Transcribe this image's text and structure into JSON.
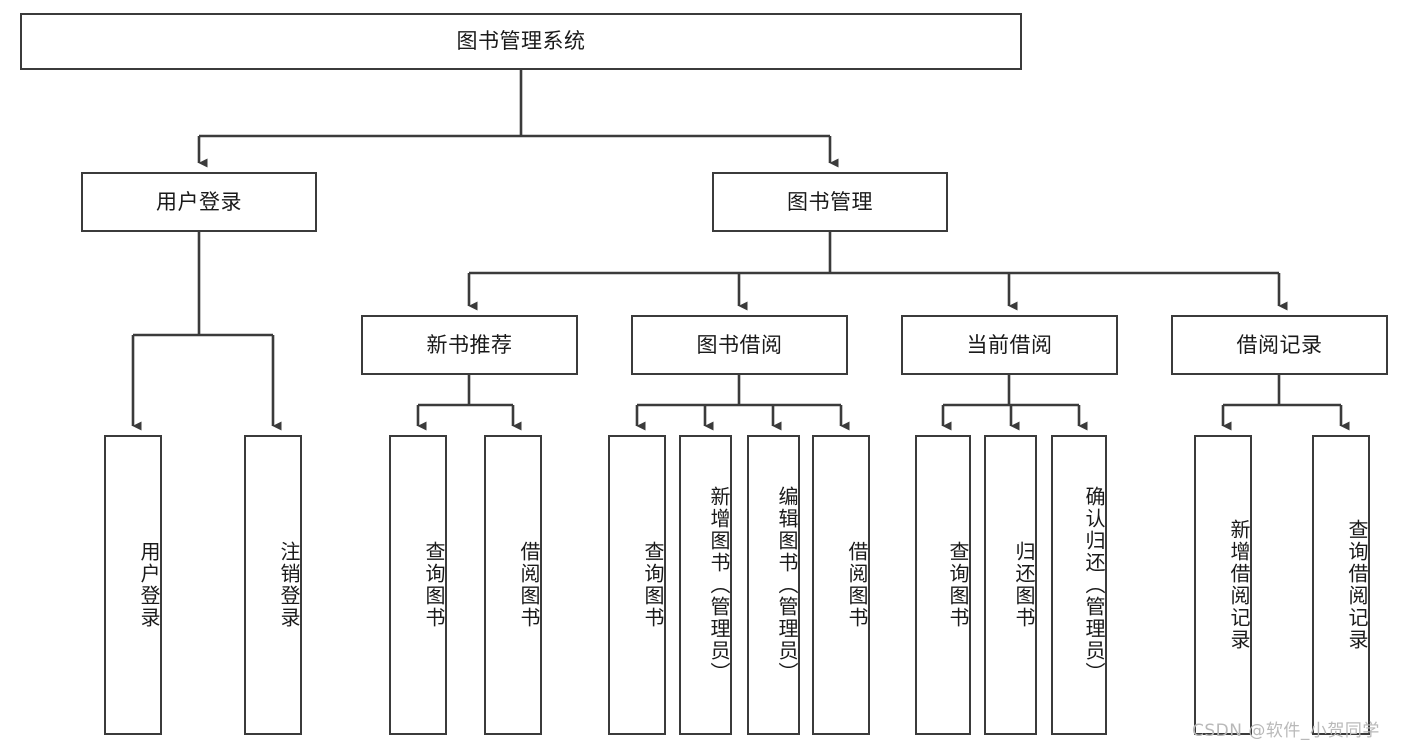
{
  "diagram": {
    "type": "tree-hierarchy",
    "title": "图书管理系统",
    "root": {
      "label": "图书管理系统",
      "id": "root"
    },
    "level1": [
      {
        "id": "user-login",
        "label": "用户登录"
      },
      {
        "id": "book-manage",
        "label": "图书管理"
      }
    ],
    "level2": [
      {
        "id": "new-book-recommend",
        "label": "新书推荐",
        "parent": "book-manage"
      },
      {
        "id": "book-borrow",
        "label": "图书借阅",
        "parent": "book-manage"
      },
      {
        "id": "current-borrow",
        "label": "当前借阅",
        "parent": "book-manage"
      },
      {
        "id": "borrow-record",
        "label": "借阅记录",
        "parent": "book-manage"
      }
    ],
    "leaves": {
      "user_login": [
        {
          "id": "leaf-user-login",
          "label": "用户登录"
        },
        {
          "id": "leaf-logout-login",
          "label": "注销登录"
        }
      ],
      "new_book_recommend": [
        {
          "id": "leaf-query-book-1",
          "label": "查询图书"
        },
        {
          "id": "leaf-borrow-book-1",
          "label": "借阅图书"
        }
      ],
      "book_borrow": [
        {
          "id": "leaf-query-book-2",
          "label": "查询图书"
        },
        {
          "id": "leaf-add-book",
          "label": "新增图书（管理员）"
        },
        {
          "id": "leaf-edit-book",
          "label": "编辑图书（管理员）"
        },
        {
          "id": "leaf-borrow-book-2",
          "label": "借阅图书"
        }
      ],
      "current_borrow": [
        {
          "id": "leaf-query-book-3",
          "label": "查询图书"
        },
        {
          "id": "leaf-return-book",
          "label": "归还图书"
        },
        {
          "id": "leaf-confirm-return",
          "label": "确认归还（管理员）"
        }
      ],
      "borrow_record": [
        {
          "id": "leaf-add-record",
          "label": "新增借阅记录"
        },
        {
          "id": "leaf-query-record",
          "label": "查询借阅记录"
        }
      ]
    }
  },
  "watermark": {
    "text": "CSDN @软件_小贺同学"
  },
  "colors": {
    "stroke": "#3b3b3b",
    "background": "#ffffff",
    "text": "#1a1a1a",
    "watermark": "#b9b9b9"
  }
}
